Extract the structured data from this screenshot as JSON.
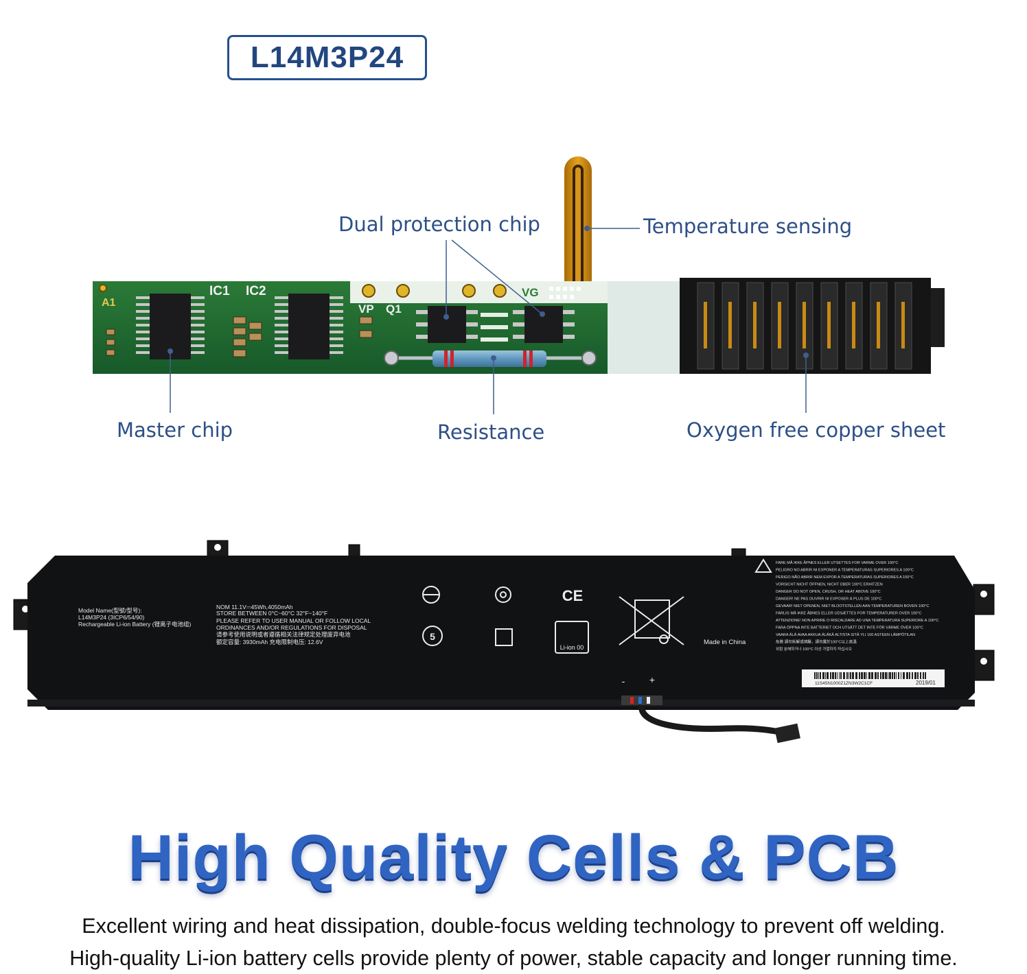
{
  "model": "L14M3P24",
  "callouts": {
    "dual_protection_chip": "Dual protection chip",
    "temperature_sensing": "Temperature sensing",
    "master_chip": "Master chip",
    "resistance": "Resistance",
    "oxygen_free_copper_sheet": "Oxygen free copper sheet"
  },
  "pcb_labels": {
    "ic1": "IC1",
    "ic2": "IC2",
    "a1": "A1",
    "vp": "VP",
    "q1": "Q1",
    "vg": "VG"
  },
  "battery_label": {
    "model_name_line": "Model Name(型號/型号):",
    "model_line": "L14M3P24  (3ICP6/54/90)",
    "type_line": "Rechargeable Li-ion Battery (锂离子电池组)",
    "nom_line": "NOM 11.1V⎓45Wh,4050mAh",
    "store_line": "STORE BETWEEN 0°C~60°C  32°F~140°F",
    "refer_line1": "PLEASE REFER TO USER MANUAL OR FOLLOW LOCAL",
    "refer_line2": "ORDINANCES AND/OR REGULATIONS FOR DISPOSAL",
    "cn_line": "请参考使用说明或者遵循相关法律规定处理废弃电池",
    "capacity_line": "额定容量: 3930mAh  充电限制电压: 12.6V",
    "made_in": "Made in China",
    "ce": "CE",
    "li_ion": "Li-ion 00",
    "minus": "-",
    "plus": "+",
    "barcode_text": "11S45N1000Z1ZN3W2C1CF",
    "date": "2019/01",
    "warning_lines": [
      "FARE   MÅ IKKE ÅPNES ELLER UTSETTES FOR VARME OVER 100°C",
      "PELIGRO  NO ABRIR NI EXPONER A TEMPERATURAS SUPERIORES A 100°C",
      "PERIGO  NÃO ABRIR NEM EXPOR A TEMPERATURAS SUPERIORES A 100°C",
      "VORSICHT  NICHT ÖFFNEN, NICHT ÜBER 100°C ERHITZEN",
      "DANGER  DO NOT OPEN, CRUSH, OR HEAT ABOVE 100°C",
      "DANGER!  NE PAS OUVRIR NI EXPOSER À PLUS DE 100°C",
      "GEVAAR!  NIET OPENEN, NIET BLOOTSTELLEN AAN TEMPERATUREN BOVEN 100°C",
      "FARLIG  MÅ IKKE ÅBNES ELLER UDSÆTTES FOR TEMPERATURER OVER 100°C",
      "ATTENZIONE!  NON APRIRE O RISCALDARE AD UNA TEMPERATURA SUPERIORE A 100°C",
      "FARA  ÖPPNA INTE BATTERIET OCH UTSÄTT DET INTE FÖR VÄRME ÖVER 100°C",
      "VAARA  ÄLÄ AVAA AKKUA ÄLÄKÄ ALTISTA SITÄ YLI 100 ASTEEN LÄMPÖTILAN",
      "危險  請勿拆解或擠壓，請勿置於100°C以上高溫",
      "위험  분해하거나 100°C 이상 가열하지 마십시오"
    ]
  },
  "headline": "High Quality Cells & PCB",
  "description": [
    "Excellent wiring and heat dissipation, double-focus welding technology to prevent off welding.",
    "High-quality Li-ion battery cells provide plenty of power, stable capacity and longer running time."
  ],
  "colors": {
    "accent_blue": "#2f64c2",
    "label_blue": "#2d4f87",
    "pcb_green": "#1f6b2f",
    "battery_black": "#111214",
    "sensor_amber": "#c98a14"
  }
}
